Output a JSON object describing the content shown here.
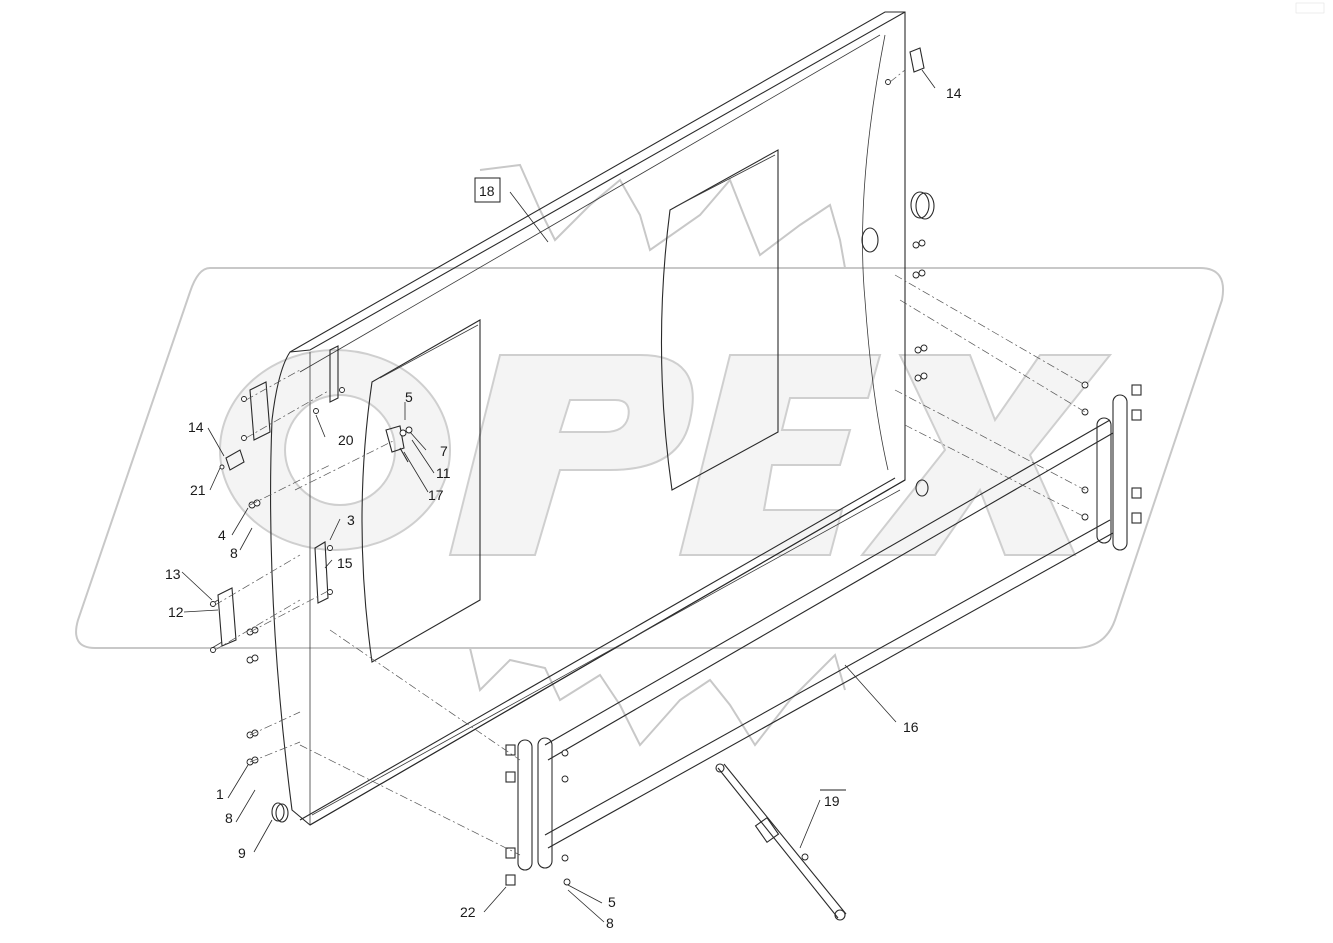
{
  "watermark": {
    "text": "OPEX"
  },
  "corner_mark": "",
  "callouts": {
    "c1": "1",
    "c3": "3",
    "c4": "4",
    "c5a": "5",
    "c5b": "5",
    "c7": "7",
    "c8a": "8",
    "c8b": "8",
    "c8c": "8",
    "c9": "9",
    "c11": "11",
    "c12": "12",
    "c13": "13",
    "c14a": "14",
    "c14b": "14",
    "c15": "15",
    "c16": "16",
    "c17": "17",
    "c18": "18",
    "c19": "19",
    "c20": "20",
    "c21": "21",
    "c22": "22"
  },
  "colors": {
    "line": "#2a2a2a",
    "watermark": "#c8c8c8",
    "background": "#ffffff"
  }
}
